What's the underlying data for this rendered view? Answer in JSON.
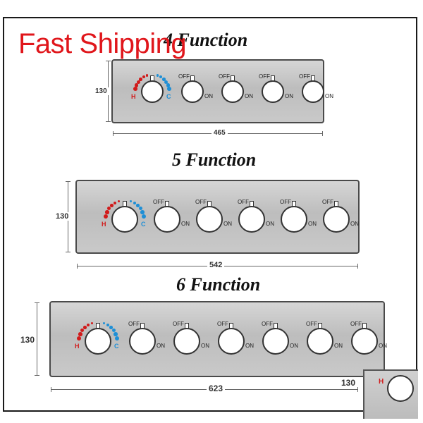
{
  "promo_text": "Fast Shipping",
  "sections": [
    {
      "title": "4 Function",
      "height_label": "130",
      "width_label": "465",
      "hot_label": "H",
      "cold_label": "C",
      "valves": 4,
      "off_label": "OFF",
      "on_label": "ON"
    },
    {
      "title": "5 Function",
      "height_label": "130",
      "width_label": "542",
      "hot_label": "H",
      "cold_label": "C",
      "valves": 5,
      "off_label": "OFF",
      "on_label": "ON"
    },
    {
      "title": "6 Function",
      "height_label": "130",
      "width_label": "623",
      "hot_label": "H",
      "cold_label": "C",
      "valves": 6,
      "off_label": "OFF",
      "on_label": "ON"
    }
  ],
  "thumbnail": {
    "height_label": "130",
    "hot_label": "H"
  },
  "colors": {
    "hot": "#d11a1a",
    "cold": "#1e8fd6",
    "promo": "#e0161b"
  }
}
